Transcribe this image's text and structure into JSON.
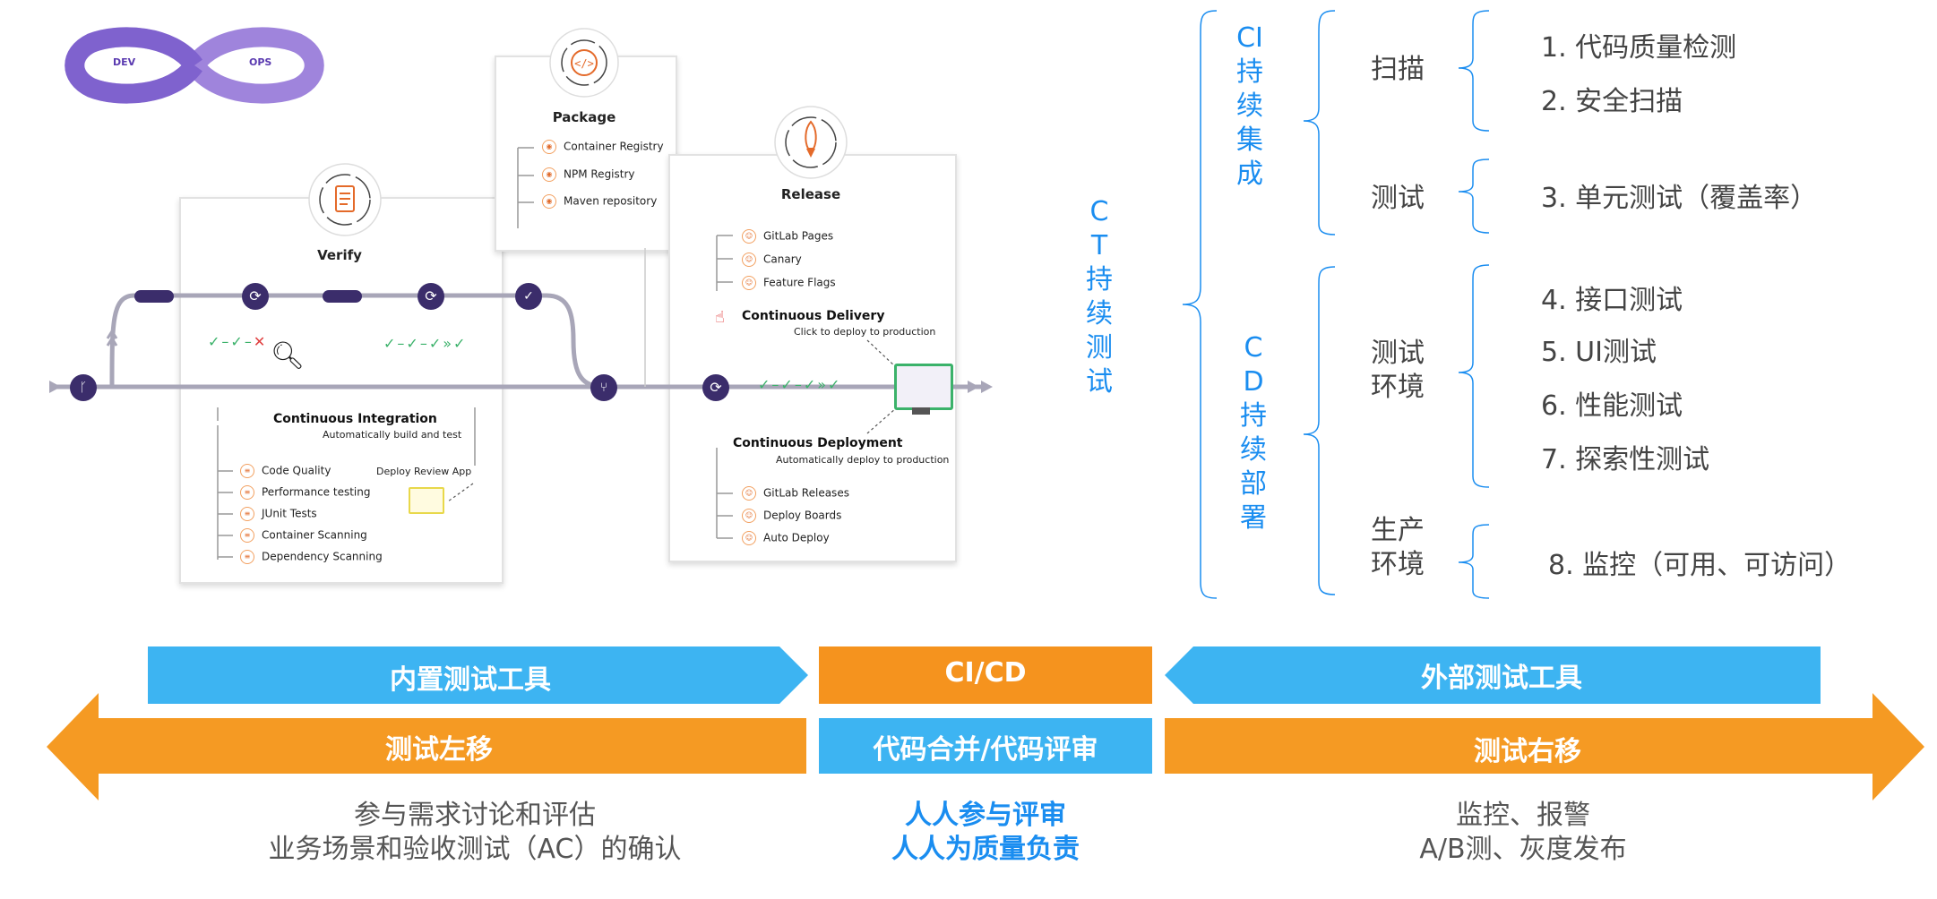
{
  "logo": {
    "left": "DEV",
    "right": "OPS"
  },
  "package": {
    "title": "Package",
    "items": [
      "Container Registry",
      "NPM Registry",
      "Maven repository"
    ]
  },
  "verify": {
    "title": "Verify",
    "ci_title": "Continuous Integration",
    "ci_sub": "Automatically build and test",
    "deploy_review": "Deploy Review App",
    "items": [
      "Code Quality",
      "Performance testing",
      "JUnit Tests",
      "Container Scanning",
      "Dependency Scanning"
    ]
  },
  "release": {
    "title": "Release",
    "items": [
      "GitLab Pages",
      "Canary",
      "Feature Flags"
    ],
    "cd_title": "Continuous Delivery",
    "cd_sub": "Click to deploy to production",
    "cdep_title": "Continuous Deployment",
    "cdep_sub": "Automatically deploy to production",
    "items2": [
      "GitLab Releases",
      "Deploy Boards",
      "Auto Deploy"
    ]
  },
  "tree": {
    "ct": "CT持续测试",
    "ci": "CI持续集成",
    "cd": "CD持续部署",
    "scan": "扫描",
    "test": "测试",
    "test_env": "测试环境",
    "prod_env": "生产环境",
    "leaves": [
      "1. 代码质量检测",
      "2. 安全扫描",
      "3. 单元测试（覆盖率）",
      "4. 接口测试",
      "5. UI测试",
      "6. 性能测试",
      "7. 探索性测试",
      "8. 监控（可用、可访问）"
    ]
  },
  "banners": {
    "builtin": "内置测试工具",
    "cicd": "CI/CD",
    "external": "外部测试工具",
    "shift_left": "测试左移",
    "merge_review": "代码合并/代码评审",
    "shift_right": "测试右移"
  },
  "bottom": {
    "left": [
      "参与需求讨论和评估",
      "业务场景和验收测试（AC）的确认"
    ],
    "center": [
      "人人参与评审",
      "人人为质量负责"
    ],
    "right": [
      "监控、报警",
      "A/B测、灰度发布"
    ]
  },
  "colors": {
    "blue": "#3db4f2",
    "orange": "#f59a23",
    "ci_cd_orange": "#f5931e",
    "tree_blue": "#1a8df0",
    "pipeline_purple": "#3b2d6b"
  }
}
